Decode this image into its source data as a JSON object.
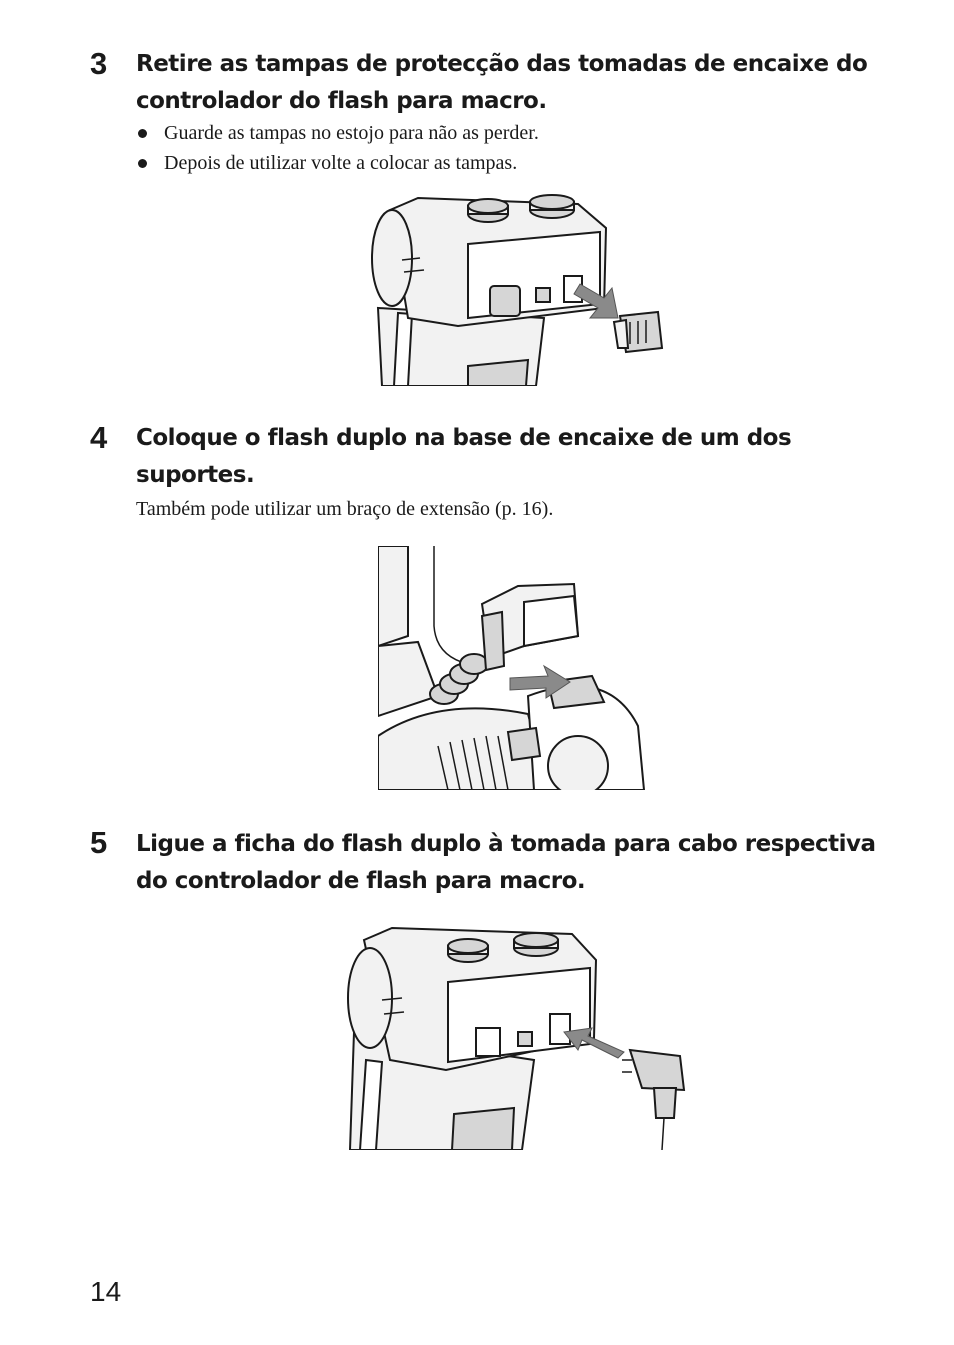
{
  "steps": [
    {
      "number": "3",
      "title": "Retire as tampas de protecção das tomadas de encaixe do controlador do flash para macro.",
      "bullets": [
        "Guarde as tampas no estojo para não as perder.",
        "Depois de utilizar volte a colocar as tampas."
      ]
    },
    {
      "number": "4",
      "title": "Coloque o flash duplo na base de encaixe de um dos suportes.",
      "note": "Também pode utilizar um braço de extensão (p. 16)."
    },
    {
      "number": "5",
      "title": "Ligue a ficha do flash duplo à tomada para cabo respectiva do controlador de flash para macro."
    }
  ],
  "page_number": "14"
}
